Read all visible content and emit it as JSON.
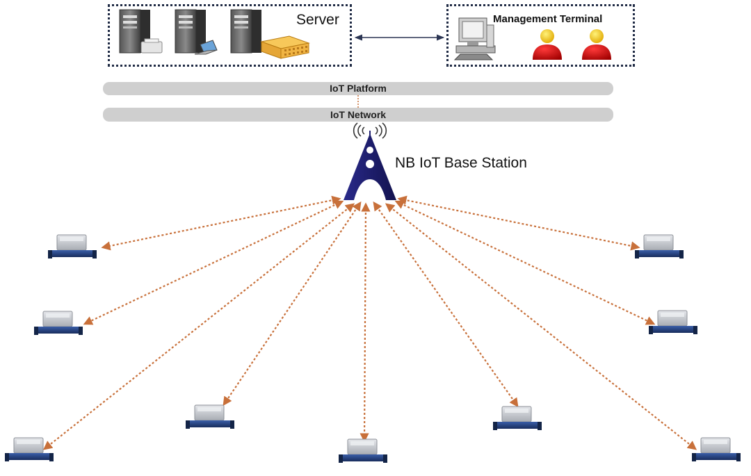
{
  "server": {
    "title": "Server"
  },
  "management": {
    "title": "Management Terminal"
  },
  "platform_bar": {
    "label": "IoT Platform"
  },
  "network_bar": {
    "label": "IoT Network"
  },
  "base_station": {
    "label": "NB IoT Base Station"
  },
  "colors": {
    "link": "#c8703a",
    "tower": "#1d1d6e",
    "bar": "#cfcfcf",
    "meter_body": "#243f7a",
    "meter_cap": "#c9ccd1",
    "person_head": "#f2c200",
    "person_body": "#cc1010"
  },
  "meters": [
    {
      "id": "meter-1"
    },
    {
      "id": "meter-2"
    },
    {
      "id": "meter-3"
    },
    {
      "id": "meter-4"
    },
    {
      "id": "meter-5"
    },
    {
      "id": "meter-6"
    },
    {
      "id": "meter-7"
    },
    {
      "id": "meter-8"
    },
    {
      "id": "meter-9"
    },
    {
      "id": "meter-10"
    }
  ]
}
